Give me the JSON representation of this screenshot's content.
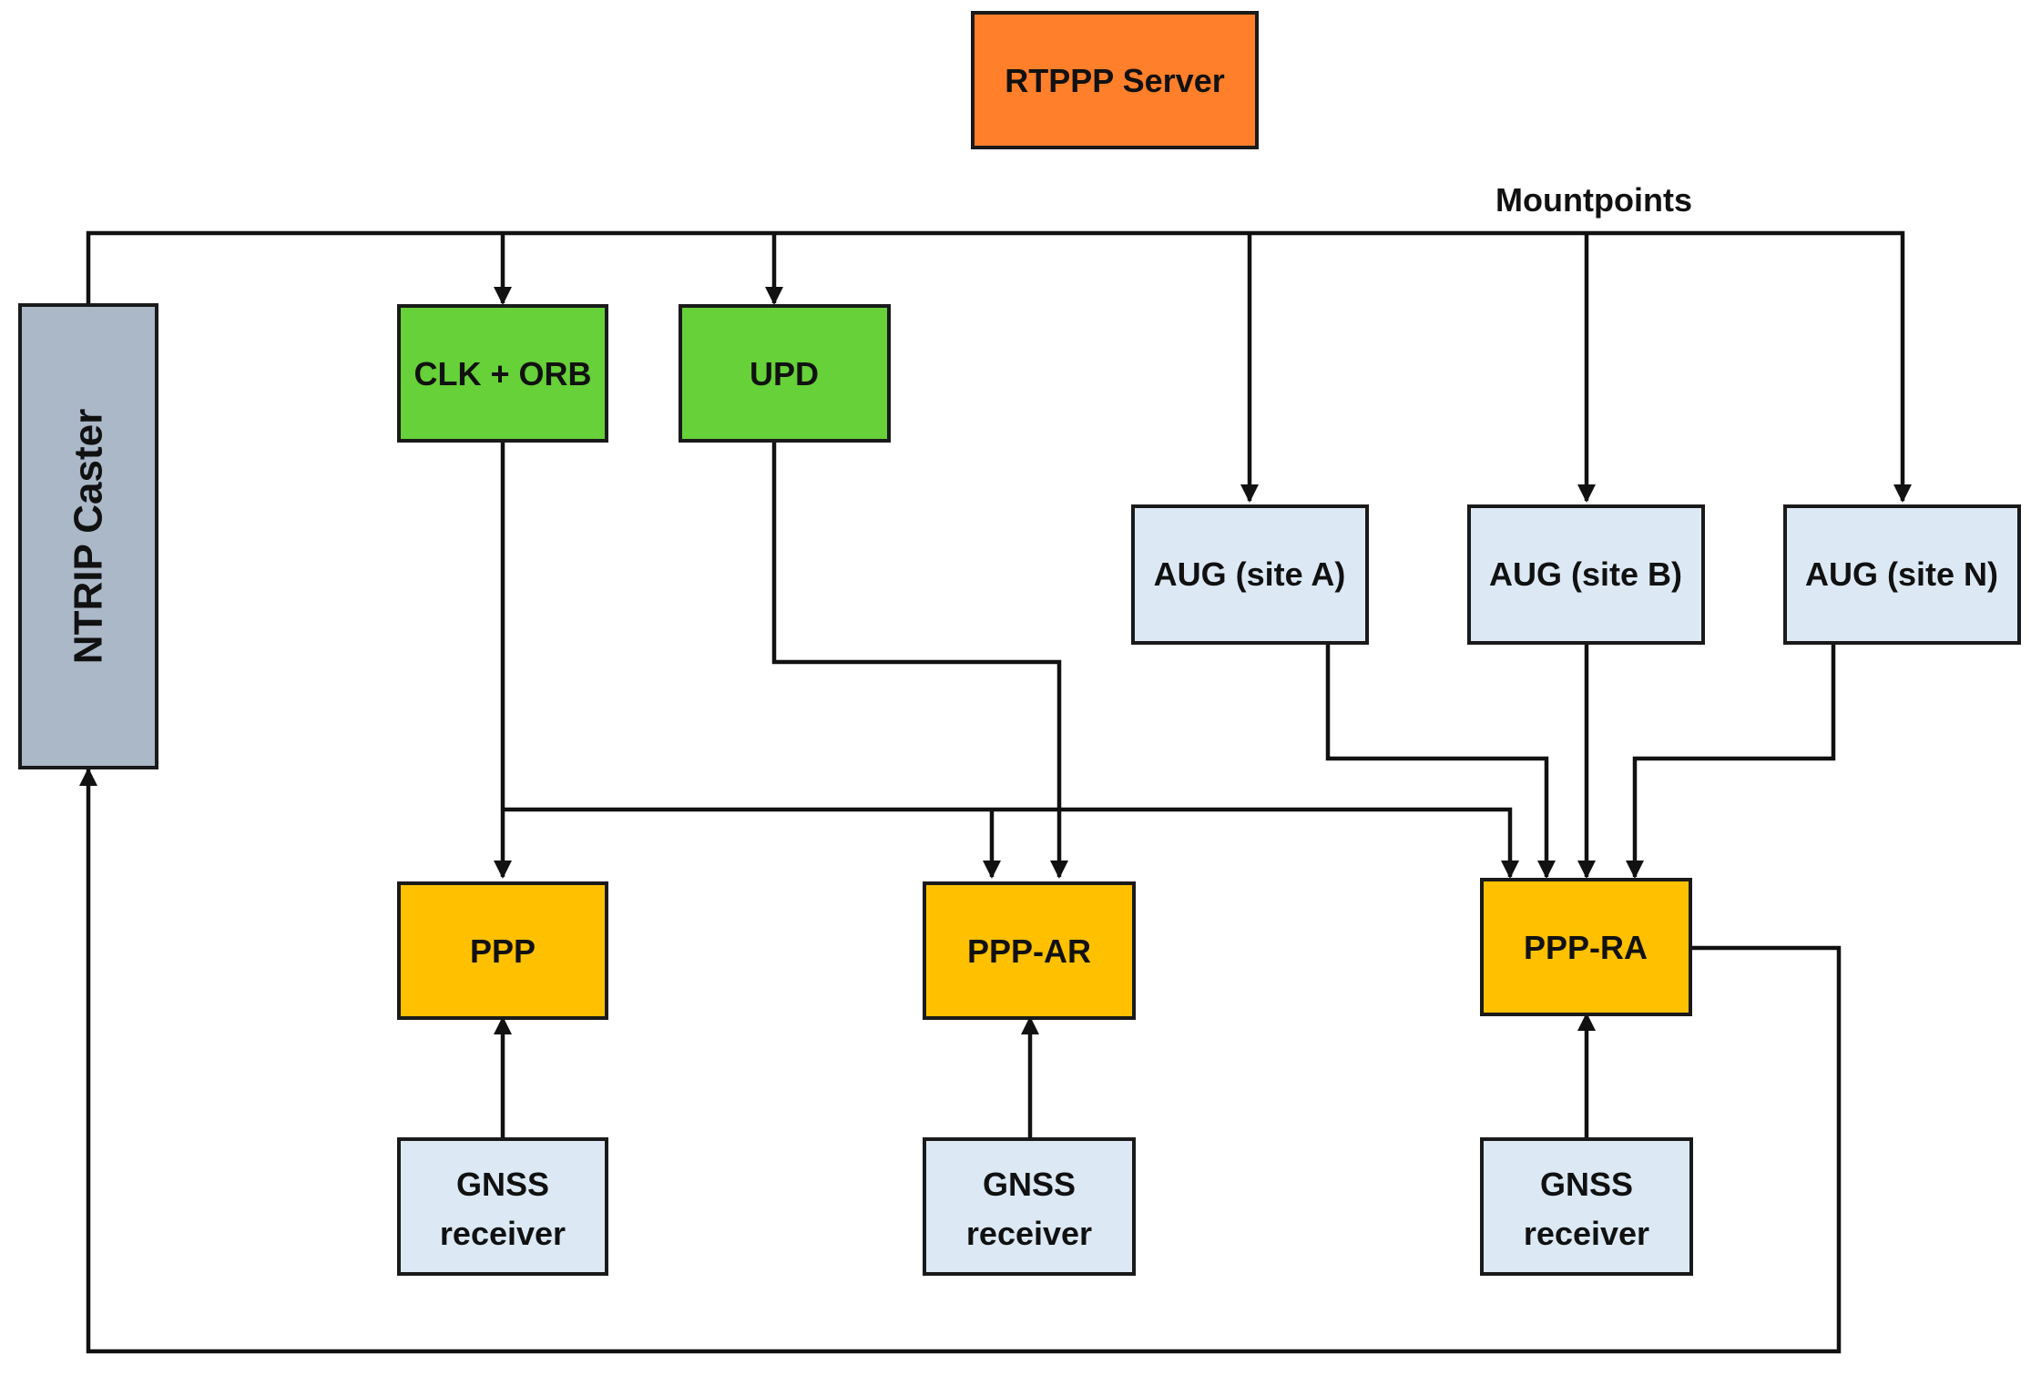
{
  "title": "RTPPP Server",
  "mountpoints_label": "Mountpoints",
  "colors": {
    "server": "#ff7f2a",
    "caster": "#aab8c8",
    "product": "#66d138",
    "augmentation": "#dce9f5",
    "processor": "#ffc000",
    "receiver": "#dce9f5",
    "line": "#111111"
  },
  "nodes": {
    "server": "RTPPP Server",
    "caster": "NTRIP Caster",
    "clk_orb": "CLK + ORB",
    "upd": "UPD",
    "aug_a": "AUG (site A)",
    "aug_b": "AUG (site B)",
    "aug_n": "AUG (site N)",
    "ppp": "PPP",
    "ppp_ar": "PPP-AR",
    "ppp_ra": "PPP-RA",
    "gnss_1": [
      "GNSS",
      "receiver"
    ],
    "gnss_2": [
      "GNSS",
      "receiver"
    ],
    "gnss_3": [
      "GNSS",
      "receiver"
    ]
  },
  "connections": [
    {
      "from": "caster",
      "to": "clk_orb"
    },
    {
      "from": "caster",
      "to": "upd"
    },
    {
      "from": "caster",
      "to": "aug_a"
    },
    {
      "from": "caster",
      "to": "aug_b"
    },
    {
      "from": "caster",
      "to": "aug_n"
    },
    {
      "from": "clk_orb",
      "to": "ppp"
    },
    {
      "from": "clk_orb",
      "to": "ppp_ar"
    },
    {
      "from": "clk_orb",
      "to": "ppp_ra"
    },
    {
      "from": "upd",
      "to": "ppp_ar"
    },
    {
      "from": "aug_a",
      "to": "ppp_ra"
    },
    {
      "from": "aug_b",
      "to": "ppp_ra"
    },
    {
      "from": "aug_n",
      "to": "ppp_ra"
    },
    {
      "from": "gnss_1",
      "to": "ppp"
    },
    {
      "from": "gnss_2",
      "to": "ppp_ar"
    },
    {
      "from": "gnss_3",
      "to": "ppp_ra"
    },
    {
      "from": "ppp_ra",
      "to": "caster"
    }
  ]
}
